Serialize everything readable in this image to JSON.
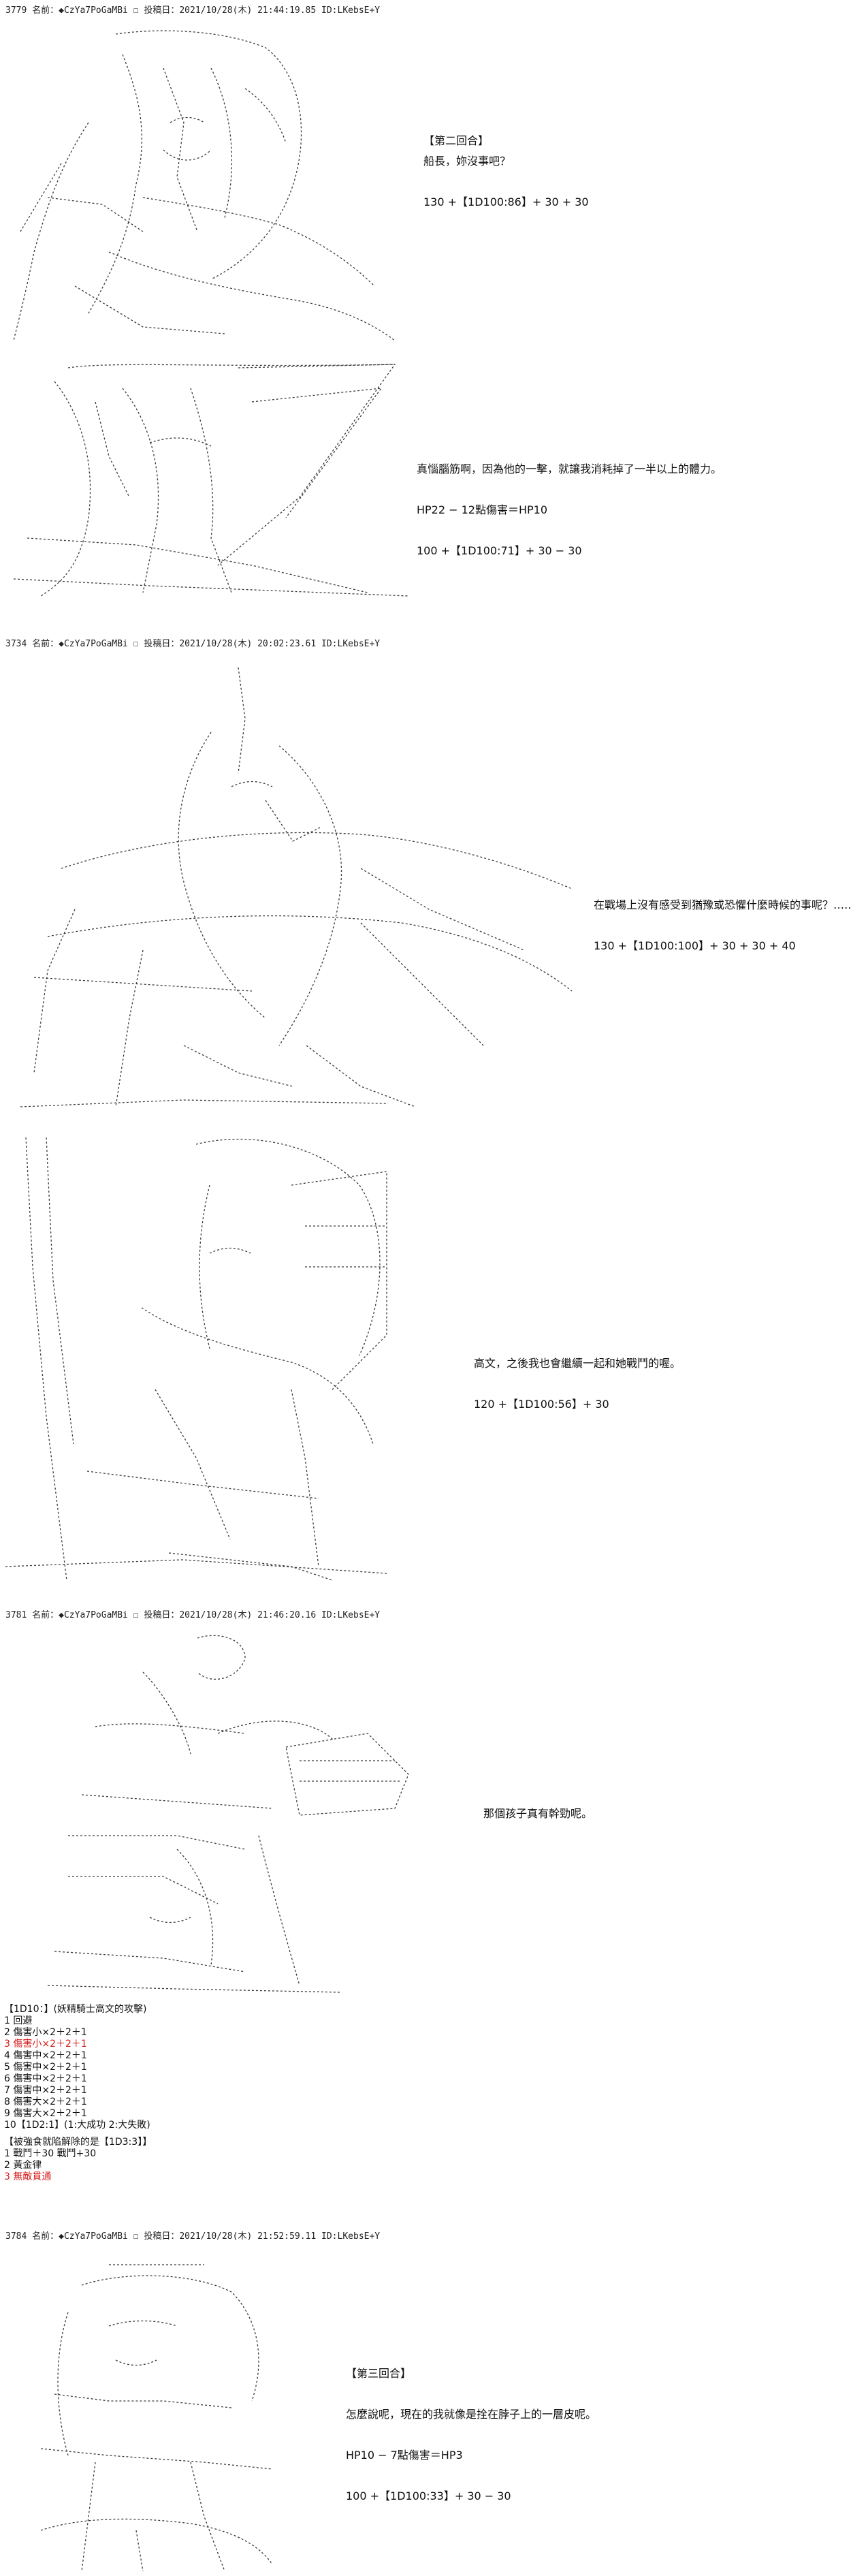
{
  "posts": [
    {
      "header": "3779 名前：◆CzYa7PoGaMBi ☐ 投稿日：2021/10/28(木) 21:44:19.85 ID:LKebsE+Y",
      "lines_a": [
        "【第二回合】",
        "船長，妳沒事吧？",
        "130 +【1D100:86】+ 30 + 30"
      ],
      "lines_b": [
        "真惱腦筋啊，因為他的一擊，就讓我消耗掉了一半以上的體力。",
        "HP22 − 12點傷害＝HP10",
        "100 +【1D100:71】+ 30 − 30"
      ]
    },
    {
      "header": "3734 名前：◆CzYa7PoGaMBi ☐ 投稿日：2021/10/28(木) 20:02:23.61 ID:LKebsE+Y",
      "lines_a": [
        "在戰場上沒有感受到猶豫或恐懼什麼時候的事呢？……",
        "130 +【1D100:100】+ 30 + 30 + 40"
      ],
      "lines_b": [
        "高文，之後我也會繼續一起和她戰鬥的喔。",
        "120 +【1D100:56】+ 30"
      ]
    },
    {
      "header": "3781 名前：◆CzYa7PoGaMBi ☐ 投稿日：2021/10/28(木) 21:46:20.16 ID:LKebsE+Y",
      "lines_a": [
        "那個孩子真有幹勁呢。"
      ],
      "dice": {
        "title": "【1D10：】(妖精騎士高文的攻擊)",
        "items": [
          {
            "text": "1 回避",
            "red": false
          },
          {
            "text": "2 傷害小×2＋2＋1",
            "red": false
          },
          {
            "text": "3 傷害小×2＋2＋1",
            "red": true
          },
          {
            "text": "4 傷害中×2＋2＋1",
            "red": false
          },
          {
            "text": "5 傷害中×2＋2＋1",
            "red": false
          },
          {
            "text": "6 傷害中×2＋2＋1",
            "red": false
          },
          {
            "text": "7 傷害中×2＋2＋1",
            "red": false
          },
          {
            "text": "8 傷害大×2＋2＋1",
            "red": false
          },
          {
            "text": "9 傷害大×2＋2＋1",
            "red": false
          },
          {
            "text": "10【1D2:1】(1:大成功 2:大失敗)",
            "red": false
          }
        ],
        "title2": "【被強食就陷解除的是【1D3:3】】",
        "items2": [
          {
            "text": "1 戰鬥＋30 戰鬥+30",
            "red": false
          },
          {
            "text": "2 黃金律",
            "red": false
          },
          {
            "text": "3 無敵貫通",
            "red": true
          }
        ]
      }
    },
    {
      "header": "3784 名前：◆CzYa7PoGaMBi ☐ 投稿日：2021/10/28(木) 21:52:59.11 ID:LKebsE+Y",
      "lines_a": [
        "【第三回合】",
        "怎麼說呢，現在的我就像是拴在脖子上的一層皮呢。",
        "HP10 − 7點傷害＝HP3",
        "100 +【1D100:33】+ 30 − 30"
      ]
    }
  ],
  "art": {
    "stroke_color": "#3a3a3a",
    "icons": [
      "ascii-art-captain",
      "ascii-art-knight",
      "ascii-art-armored-figure",
      "ascii-art-gawain",
      "ascii-art-fairy",
      "ascii-art-player"
    ]
  }
}
